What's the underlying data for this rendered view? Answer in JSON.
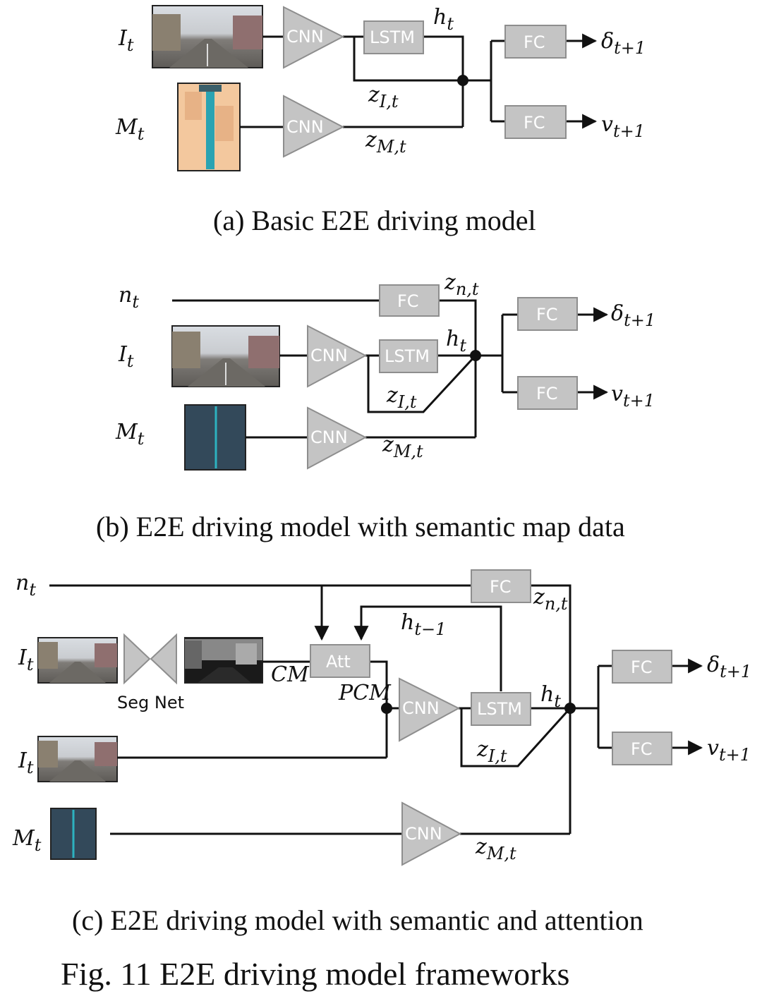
{
  "panels": {
    "a": {
      "caption": "(a)   Basic E2E driving model",
      "labels": {
        "I": "I",
        "I_sub": "t",
        "M": "M",
        "M_sub": "t",
        "h": "h",
        "h_sub": "t",
        "zI": "z",
        "zI_sub": "I,t",
        "zM": "z",
        "zM_sub": "M,t",
        "delta": "δ",
        "delta_sub": "t+1",
        "v": "v",
        "v_sub": "t+1"
      },
      "blocks": {
        "cnn1": "CNN",
        "cnn2": "CNN",
        "lstm": "LSTM",
        "fc1": "FC",
        "fc2": "FC"
      }
    },
    "b": {
      "caption": "(b)   E2E driving model with semantic map data",
      "labels": {
        "n": "n",
        "n_sub": "t",
        "I": "I",
        "I_sub": "t",
        "M": "M",
        "M_sub": "t",
        "zn": "z",
        "zn_sub": "n,t",
        "h": "h",
        "h_sub": "t",
        "zI": "z",
        "zI_sub": "I,t",
        "zM": "z",
        "zM_sub": "M,t",
        "delta": "δ",
        "delta_sub": "t+1",
        "v": "v",
        "v_sub": "t+1"
      },
      "blocks": {
        "fcn": "FC",
        "cnn1": "CNN",
        "lstm": "LSTM",
        "cnn2": "CNN",
        "fc1": "FC",
        "fc2": "FC"
      }
    },
    "c": {
      "caption": "(c)   E2E driving model with semantic and attention",
      "labels": {
        "n": "n",
        "n_sub": "t",
        "I1": "I",
        "I1_sub": "t",
        "I2": "I",
        "I2_sub": "t",
        "M": "M",
        "M_sub": "t",
        "zn": "z",
        "zn_sub": "n,t",
        "hprev": "h",
        "hprev_sub": "t−1",
        "CM": "CM",
        "PCM": "PCM",
        "segnet": "Seg Net",
        "h": "h",
        "h_sub": "t",
        "zI": "z",
        "zI_sub": "I,t",
        "zM": "z",
        "zM_sub": "M,t",
        "delta": "δ",
        "delta_sub": "t+1",
        "v": "v",
        "v_sub": "t+1"
      },
      "blocks": {
        "fcn": "FC",
        "att": "Att",
        "cnn1": "CNN",
        "lstm": "LSTM",
        "cnn2": "CNN",
        "fc1": "FC",
        "fc2": "FC"
      }
    }
  },
  "figure_title": "Fig. 11 E2E driving model frameworks",
  "colors": {
    "block_fill": "#c4c4c4",
    "block_stroke": "#8e8e8e",
    "wire": "#111111"
  }
}
